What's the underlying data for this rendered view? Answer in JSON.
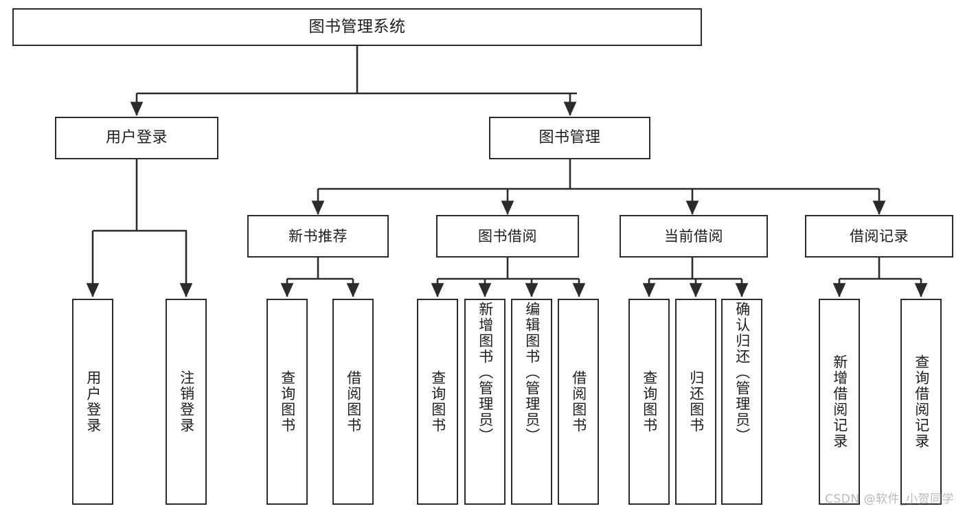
{
  "diagram": {
    "type": "tree",
    "title": "图书管理系统",
    "watermark": "CSDN @软件_小贺同学",
    "colors": {
      "background": "#ffffff",
      "box_border": "#2b2b2b",
      "connector": "#2b2b2b",
      "text": "#1d1d1d",
      "watermark": "#b9b9b9"
    },
    "root": {
      "label": "图书管理系统"
    },
    "level1": [
      {
        "label": "用户登录"
      },
      {
        "label": "图书管理"
      }
    ],
    "level2": [
      {
        "label": "新书推荐"
      },
      {
        "label": "图书借阅"
      },
      {
        "label": "当前借阅"
      },
      {
        "label": "借阅记录"
      }
    ],
    "leaves": {
      "user_login": [
        {
          "label": "用户登录"
        },
        {
          "label": "注销登录"
        }
      ],
      "new_book_recommend": [
        {
          "label": "查询图书"
        },
        {
          "label": "借阅图书"
        }
      ],
      "book_borrow": [
        {
          "label": "查询图书"
        },
        {
          "label": "新增图书（管理员）"
        },
        {
          "label": "编辑图书（管理员）"
        },
        {
          "label": "借阅图书"
        }
      ],
      "current_borrow": [
        {
          "label": "查询图书"
        },
        {
          "label": "归还图书"
        },
        {
          "label": "确认归还（管理员）"
        }
      ],
      "borrow_record": [
        {
          "label": "新增借阅记录"
        },
        {
          "label": "查询借阅记录"
        }
      ]
    }
  }
}
